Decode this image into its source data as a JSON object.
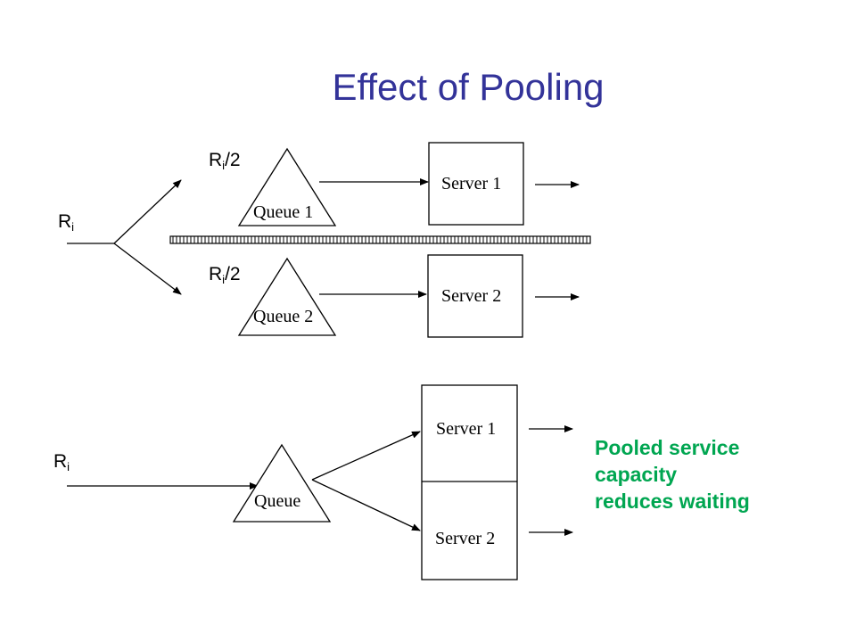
{
  "title": "Effect of Pooling",
  "top_system": {
    "arrival_rate": {
      "symbol": "R",
      "sub": "i"
    },
    "split_rate_1": {
      "symbol": "R",
      "sub": "i",
      "suffix": "/2"
    },
    "split_rate_2": {
      "symbol": "R",
      "sub": "i",
      "suffix": "/2"
    },
    "queue_1": "Queue 1",
    "queue_2": "Queue 2",
    "server_1": "Server 1",
    "server_2": "Server 2"
  },
  "bottom_system": {
    "arrival_rate": {
      "symbol": "R",
      "sub": "i"
    },
    "queue": "Queue",
    "server_1": "Server 1",
    "server_2": "Server 2"
  },
  "note": [
    "Pooled service",
    "capacity",
    "reduces waiting"
  ],
  "colors": {
    "title": "#333399",
    "note": "#00a651"
  }
}
